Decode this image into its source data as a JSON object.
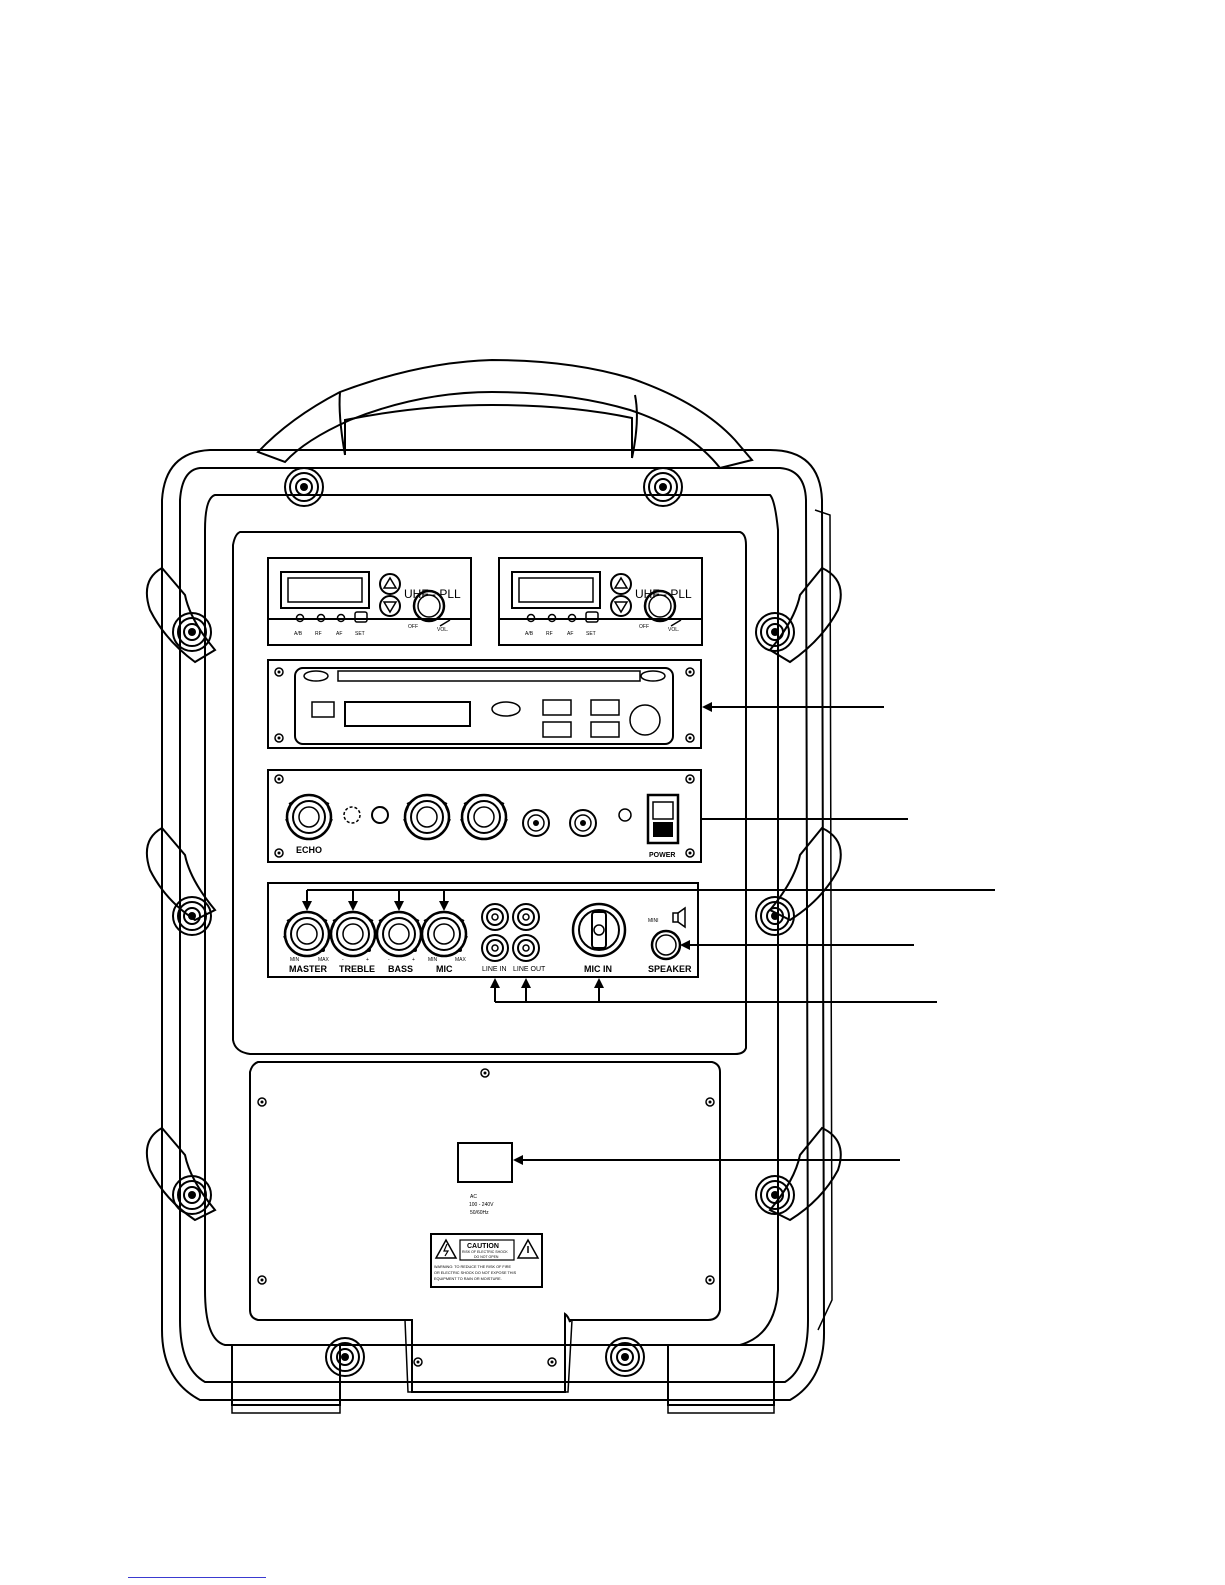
{
  "receivers": [
    {
      "title": "UHF - PLL",
      "leds": [
        "A/B",
        "RF",
        "AF",
        "SET"
      ],
      "vol_off": "OFF",
      "vol_label": "VOL."
    },
    {
      "title": "UHF - PLL",
      "leds": [
        "A/B",
        "RF",
        "AF",
        "SET"
      ],
      "vol_off": "OFF",
      "vol_label": "VOL."
    }
  ],
  "mixer": {
    "knobs": [
      {
        "label": "MASTER",
        "min": "MIN",
        "max": "MAX"
      },
      {
        "label": "TREBLE",
        "min": "-",
        "max": "+"
      },
      {
        "label": "BASS",
        "min": "-",
        "max": "+"
      },
      {
        "label": "MIC",
        "min": "MIN",
        "max": "MAX"
      }
    ],
    "line_in": "LINE IN",
    "line_out": "LINE OUT",
    "mic_in": "MIC IN",
    "speaker": "SPEAKER",
    "speaker_top": "MINI"
  },
  "power_panel": {
    "echo": "ECHO",
    "power": "POWER"
  },
  "ac_label": {
    "line1": "AC",
    "line2": "100 - 240V",
    "line3": "50/60Hz"
  },
  "caution": {
    "title": "CAUTION",
    "line1": "RISK OF ELECTRIC SHOCK",
    "line2": "DO NOT OPEN",
    "warn1": "WARNING: TO REDUCE THE RISK OF FIRE",
    "warn2": "OR ELECTRIC SHOCK DO NOT EXPOSE THIS",
    "warn3": "EQUIPMENT TO RAIN OR MOISTURE."
  }
}
